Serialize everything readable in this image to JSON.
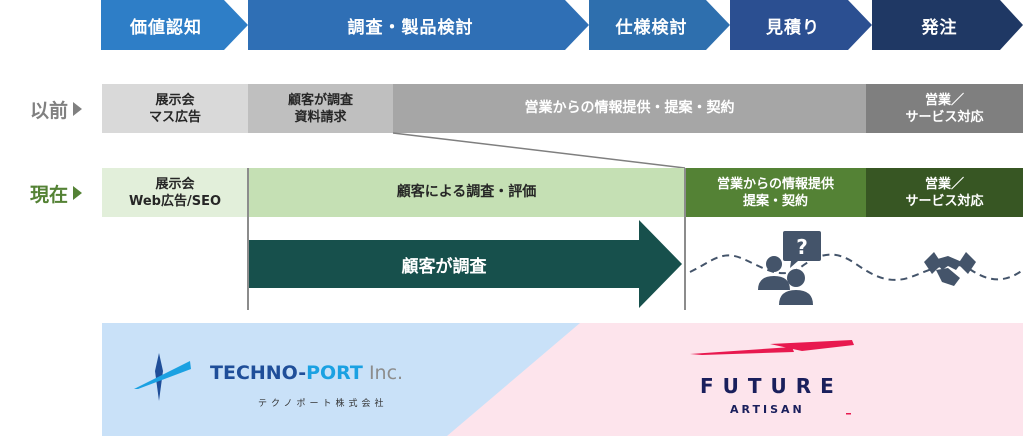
{
  "phases": [
    {
      "label": "価値認知",
      "color": "#2e7ec7"
    },
    {
      "label": "調査・製品検討",
      "color": "#2f6fb5"
    },
    {
      "label": "仕様検討",
      "color": "#2e6fae"
    },
    {
      "label": "見積り",
      "color": "#2b4f91"
    },
    {
      "label": "発注",
      "color": "#1f3864"
    }
  ],
  "before": {
    "label": "以前",
    "color": "#808080",
    "cells": [
      {
        "label": "展示会\nマス広告",
        "bg": "#d9d9d9",
        "fg": "#262626"
      },
      {
        "label": "顧客が調査\n資料請求",
        "bg": "#bfbfbf",
        "fg": "#262626"
      },
      {
        "label": "営業からの情報提供・提案・契約",
        "bg": "#a6a6a6",
        "fg": "#ffffff"
      },
      {
        "label": "営業／\nサービス対応",
        "bg": "#7f7f7f",
        "fg": "#ffffff"
      }
    ]
  },
  "now": {
    "label": "現在",
    "color": "#548235",
    "cells": [
      {
        "label": "展示会\nWeb広告/SEO",
        "bg": "#e2efda",
        "fg": "#262626"
      },
      {
        "label": "顧客による調査・評価",
        "bg": "#c5e0b4",
        "fg": "#262626"
      },
      {
        "label": "営業からの情報提供\n提案・契約",
        "bg": "#548235",
        "fg": "#ffffff"
      },
      {
        "label": "営業／\nサービス対応",
        "bg": "#375623",
        "fg": "#ffffff"
      }
    ]
  },
  "arrow": {
    "label": "顧客が調査",
    "color": "#17504c"
  },
  "icons": {
    "consult": "people-question-icon",
    "handshake": "handshake-icon",
    "color": "#44546a"
  },
  "logos": {
    "left": {
      "name_part1": "TECHNO-",
      "name_part2": "PORT",
      "name_part3": " Inc.",
      "subtitle": "テクノポート株式会社",
      "color1": "#1f4e99",
      "color2": "#1ba1e2",
      "color3": "#8c8c8c",
      "bg": "#c9e1f8"
    },
    "right": {
      "name": "FUTURE",
      "subtitle": "ARTISAN",
      "accent": "#e8194f",
      "bg": "#fde4ec"
    }
  }
}
